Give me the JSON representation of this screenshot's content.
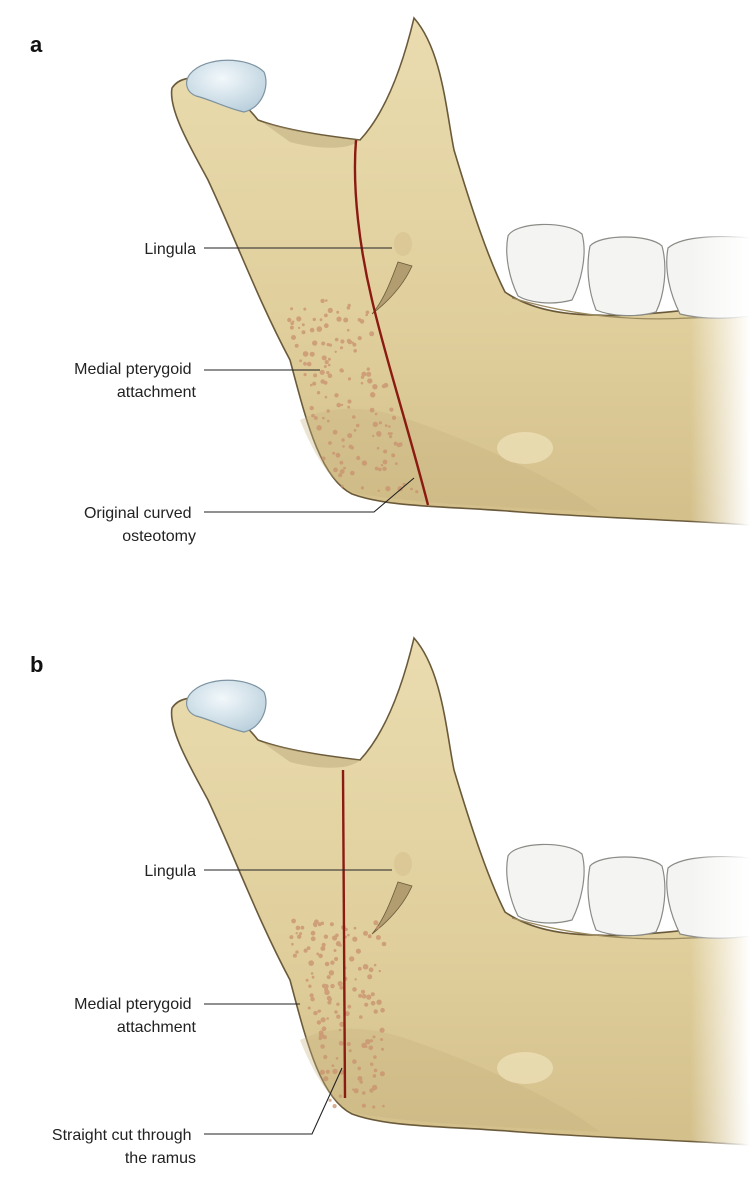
{
  "colors": {
    "bone_fill": "#e3d3a2",
    "bone_shade": "#cdb987",
    "bone_outline": "#6b5a3a",
    "condyle_cartilage": "#cfe0ea",
    "tooth_fill": "#f4f4f2",
    "osteotomy_line": "#8b1a12",
    "attachment_dots": "#c9916e"
  },
  "panels": [
    {
      "letter": "a",
      "labels": {
        "lingula": "Lingula",
        "medial_pterygoid": [
          "Medial pterygoid",
          "attachment"
        ],
        "osteotomy": [
          "Original curved",
          "osteotomy"
        ]
      }
    },
    {
      "letter": "b",
      "labels": {
        "lingula": "Lingula",
        "medial_pterygoid": [
          "Medial pterygoid",
          "attachment"
        ],
        "osteotomy": [
          "Straight cut through",
          "the ramus"
        ]
      }
    }
  ]
}
